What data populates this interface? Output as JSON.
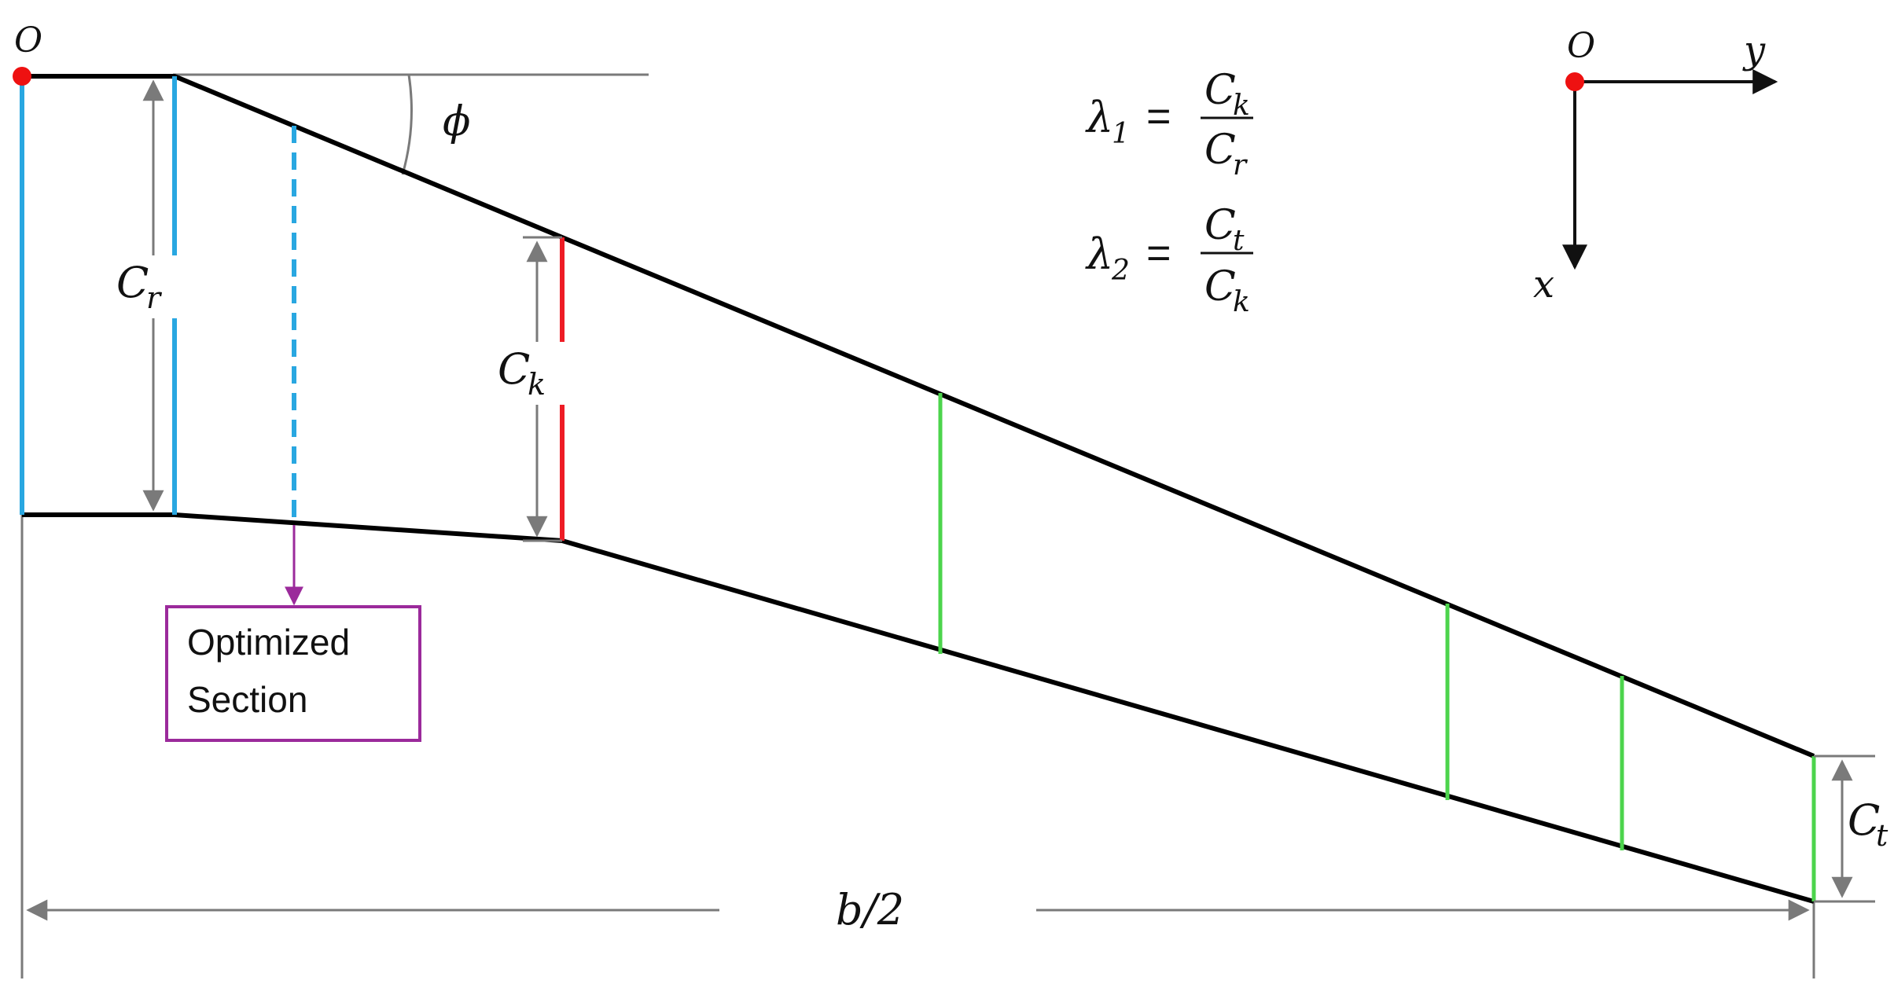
{
  "origin_label": "O",
  "angle_label": "ϕ",
  "root_chord": {
    "symbol": "C",
    "subscript": "r"
  },
  "kink_chord": {
    "symbol": "C",
    "subscript": "k"
  },
  "tip_chord": {
    "symbol": "C",
    "subscript": "t"
  },
  "half_span_label": "b/2",
  "callout": {
    "line1": "Optimized",
    "line2": "Section"
  },
  "equations": [
    {
      "lhs_symbol": "λ",
      "lhs_sub": "1",
      "eq": "=",
      "num_symbol": "C",
      "num_sub": "k",
      "den_symbol": "C",
      "den_sub": "r"
    },
    {
      "lhs_symbol": "λ",
      "lhs_sub": "2",
      "eq": "=",
      "num_symbol": "C",
      "num_sub": "t",
      "den_symbol": "C",
      "den_sub": "k"
    }
  ],
  "axes": {
    "origin": "O",
    "y_label": "y",
    "x_label": "x"
  },
  "colors": {
    "outline": "#000000",
    "root_section": "#29a7e1",
    "kink_section": "#ee1c25",
    "intermediate_section": "#4cd44c",
    "dimension": "#7a7a7a",
    "callout": "#9b2a9b",
    "origin_dot": "#ee1111"
  }
}
